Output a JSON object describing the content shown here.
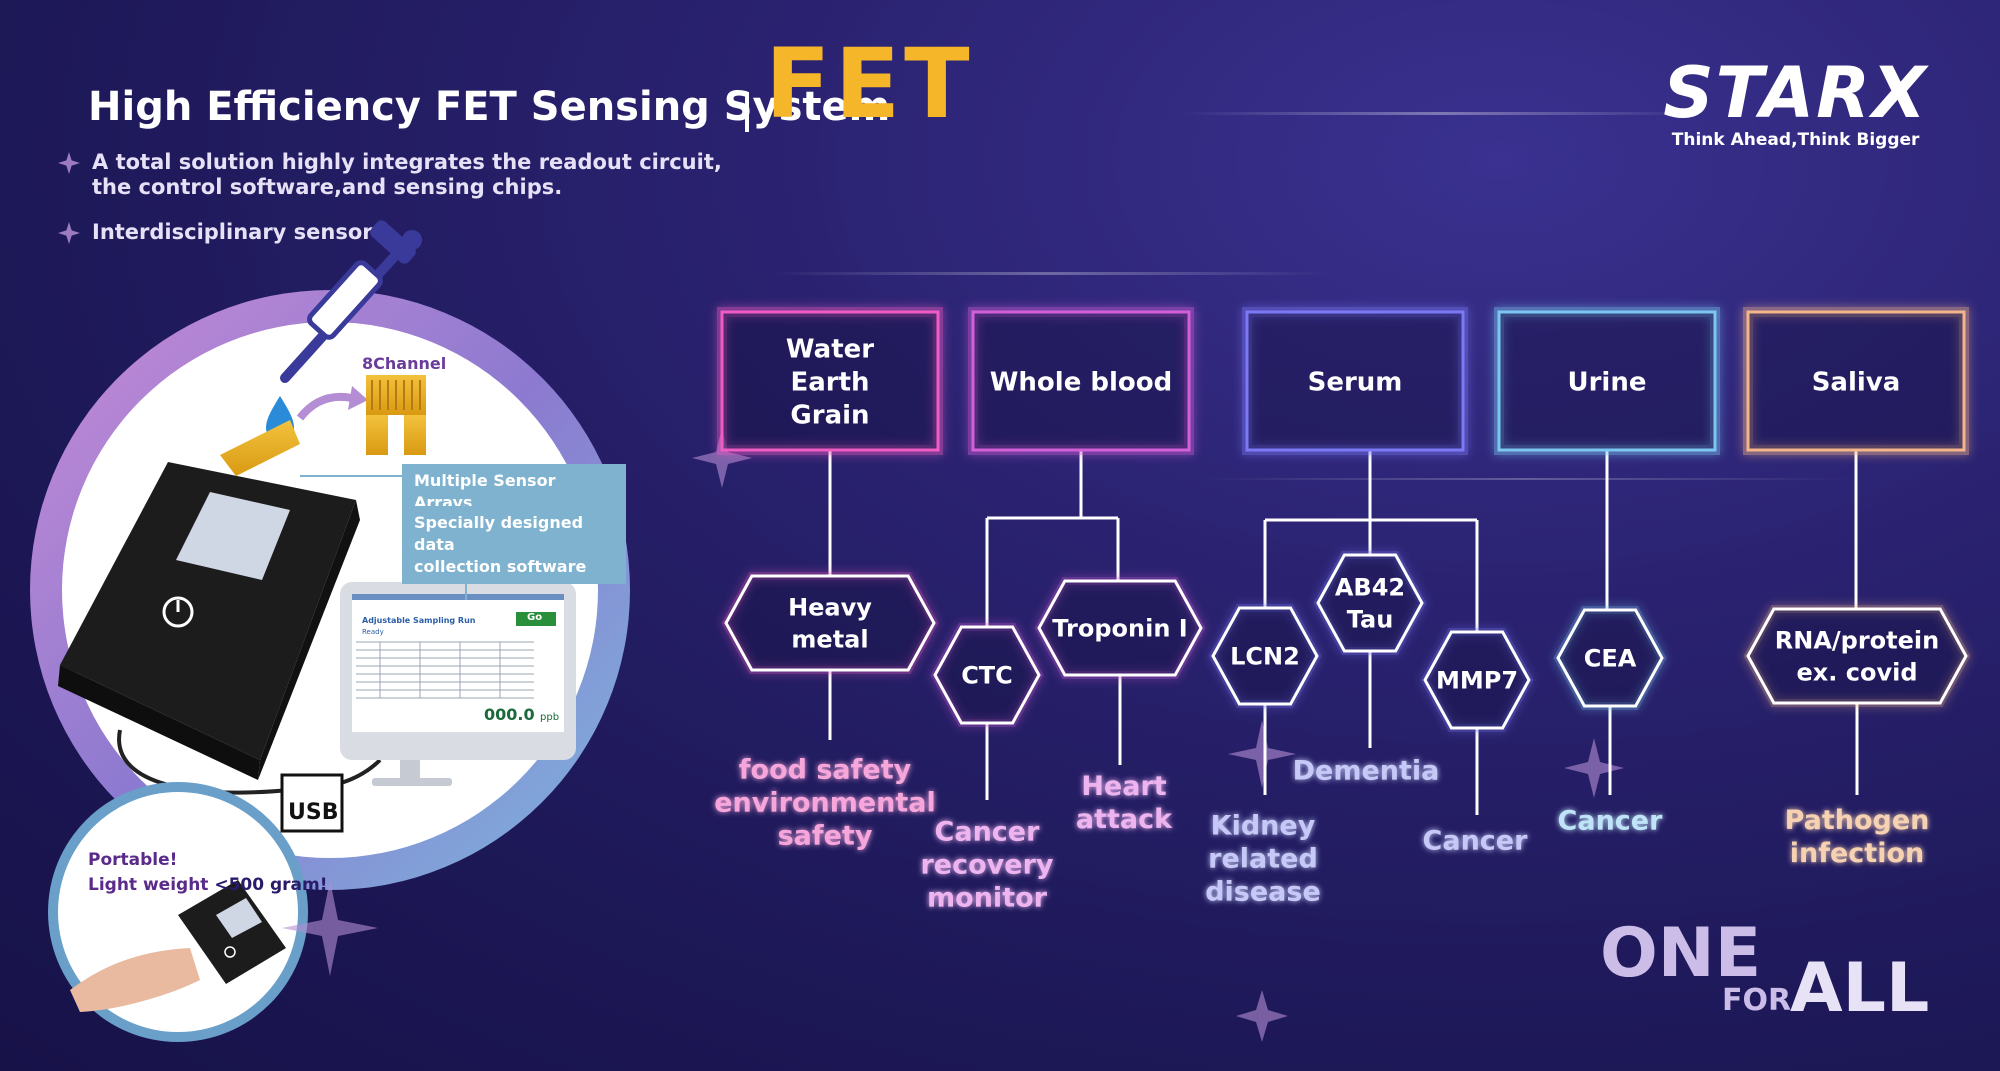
{
  "header": {
    "title": "High Efficiency FET Sensing System",
    "title_suffix": "FET",
    "bullets": [
      "A  total solution highly integrates the readout circuit,",
      "the control software,and sensing chips.",
      "Interdisciplinary sensor"
    ]
  },
  "brand": {
    "logo_text": "STARX",
    "tagline": "Think Ahead,Think Bigger",
    "slogan_one": "ONE",
    "slogan_for": "FOR",
    "slogan_all": "ALL"
  },
  "device": {
    "channel_label": "8Channel",
    "callout_arrays": "Multiple Sensor Arrays",
    "callout_software_1": "Specially designed data",
    "callout_software_2": "collection software",
    "usb_label": "USB",
    "portable_1": "Portable!",
    "portable_2": "Light weight ",
    "portable_3": "<500 gram!",
    "screen_readout": "000.0",
    "screen_unit": "ppb",
    "screen_go": "Go",
    "screen_title": "Adjustable Sampling Run",
    "screen_status": "Ready"
  },
  "diagram": {
    "samples": [
      {
        "lines": [
          "Water",
          "Earth",
          "Grain"
        ],
        "color": "#f05bc4"
      },
      {
        "lines": [
          "Whole blood"
        ],
        "color": "#d35fd9"
      },
      {
        "lines": [
          "Serum"
        ],
        "color": "#7b79f5"
      },
      {
        "lines": [
          "Urine"
        ],
        "color": "#7cc7f2"
      },
      {
        "lines": [
          "Saliva"
        ],
        "color": "#f3b58a"
      }
    ],
    "targets": [
      {
        "lines": [
          "Heavy",
          "metal"
        ]
      },
      {
        "lines": [
          "CTC"
        ]
      },
      {
        "lines": [
          "Troponin I"
        ]
      },
      {
        "lines": [
          "LCN2"
        ]
      },
      {
        "lines": [
          "AB42",
          "Tau"
        ]
      },
      {
        "lines": [
          "MMP7"
        ]
      },
      {
        "lines": [
          "CEA"
        ]
      },
      {
        "lines": [
          "RNA/protein",
          "ex. covid"
        ]
      }
    ],
    "applications": [
      {
        "lines": [
          "food safety",
          "environmental",
          "safety"
        ],
        "color": "#f7a6dc"
      },
      {
        "lines": [
          "Cancer",
          "recovery",
          "monitor"
        ],
        "color": "#eeb4f0"
      },
      {
        "lines": [
          "Heart",
          "attack"
        ],
        "color": "#eeb4f0"
      },
      {
        "lines": [
          "Kidney",
          "related",
          "disease"
        ],
        "color": "#c6c9f7"
      },
      {
        "lines": [
          "Dementia"
        ],
        "color": "#c6c9f7"
      },
      {
        "lines": [
          "Cancer"
        ],
        "color": "#c6c9f7"
      },
      {
        "lines": [
          "Cancer"
        ],
        "color": "#bfe4f7"
      },
      {
        "lines": [
          "Pathogen",
          "infection"
        ],
        "color": "#f6d2b3"
      }
    ]
  },
  "colors": {
    "accent_fet": "#f5b62a",
    "background": "#221c66",
    "callout": "#7fb2cf"
  }
}
